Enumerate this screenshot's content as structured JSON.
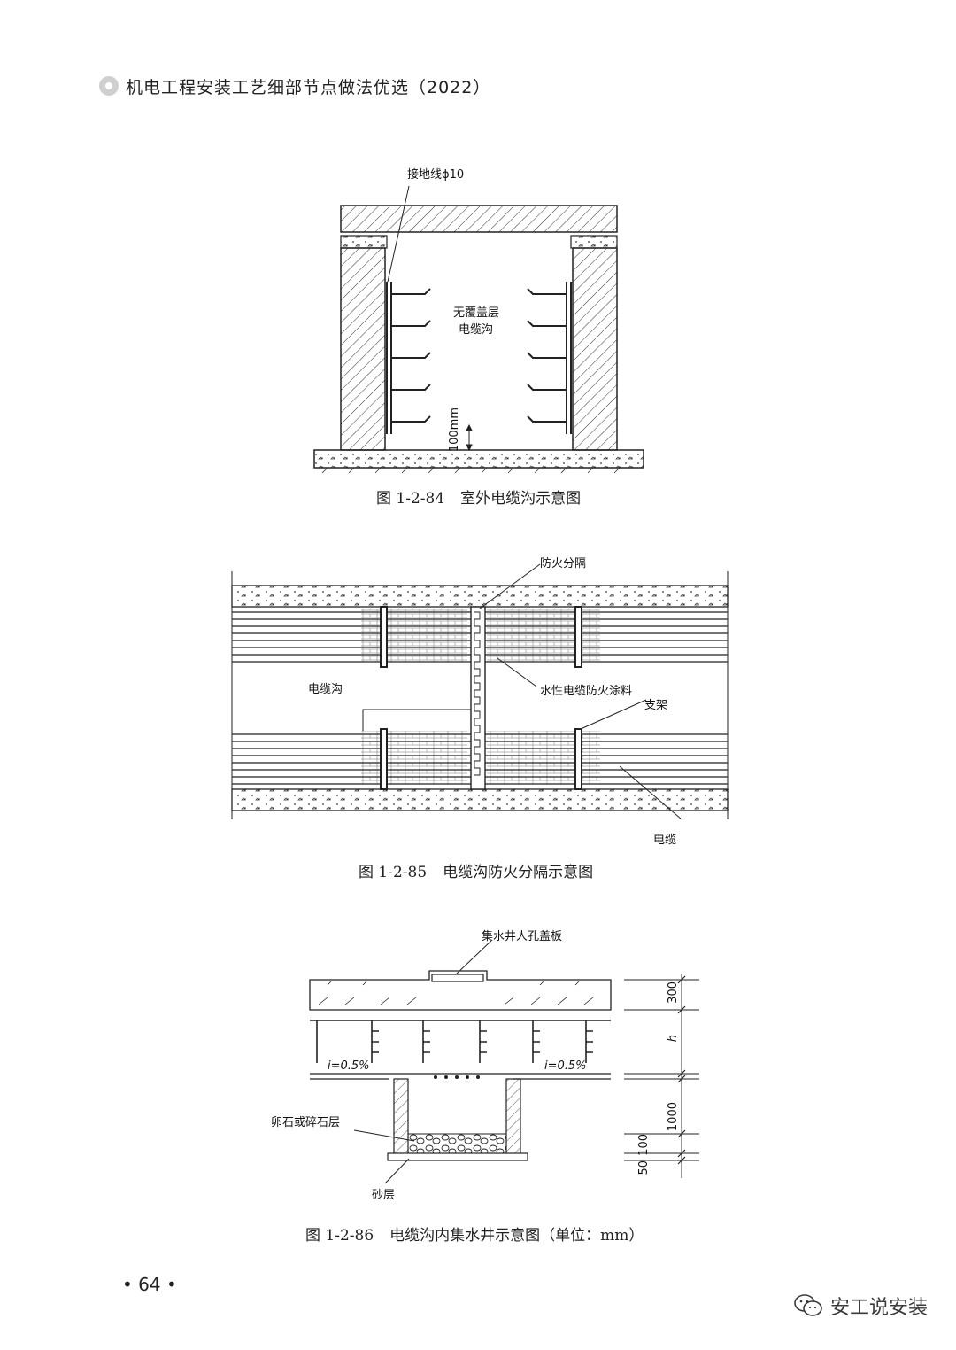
{
  "header": {
    "title": "机电工程安装工艺细部节点做法优选（2022）"
  },
  "figures": [
    {
      "caption_number": "图 1-2-84",
      "caption_title": "室外电缆沟示意图",
      "labels": {
        "ground_wire": "接地线ϕ10",
        "trench_line1": "无覆盖层",
        "trench_line2": "电缆沟",
        "clearance": "100mm"
      }
    },
    {
      "caption_number": "图 1-2-85",
      "caption_title": "电缆沟防火分隔示意图",
      "labels": {
        "fire_partition": "防火分隔",
        "trench": "电缆沟",
        "fire_coating": "水性电缆防火涂料",
        "bracket": "支架",
        "cable": "电缆"
      }
    },
    {
      "caption_number": "图 1-2-86",
      "caption_title": "电缆沟内集水井示意图（单位：mm）",
      "labels": {
        "manhole_cover": "集水井人孔盖板",
        "slope_left": "i=0.5%",
        "slope_right": "i=0.5%",
        "gravel": "卵石或碎石层",
        "sand": "砂层",
        "dim_300": "300",
        "dim_h": "h",
        "dim_1000": "1000",
        "dim_100": "100",
        "dim_50": "50"
      }
    }
  ],
  "page_number": "• 64 •",
  "watermark": {
    "text": "安工说安装",
    "icon": "wechat-icon"
  }
}
